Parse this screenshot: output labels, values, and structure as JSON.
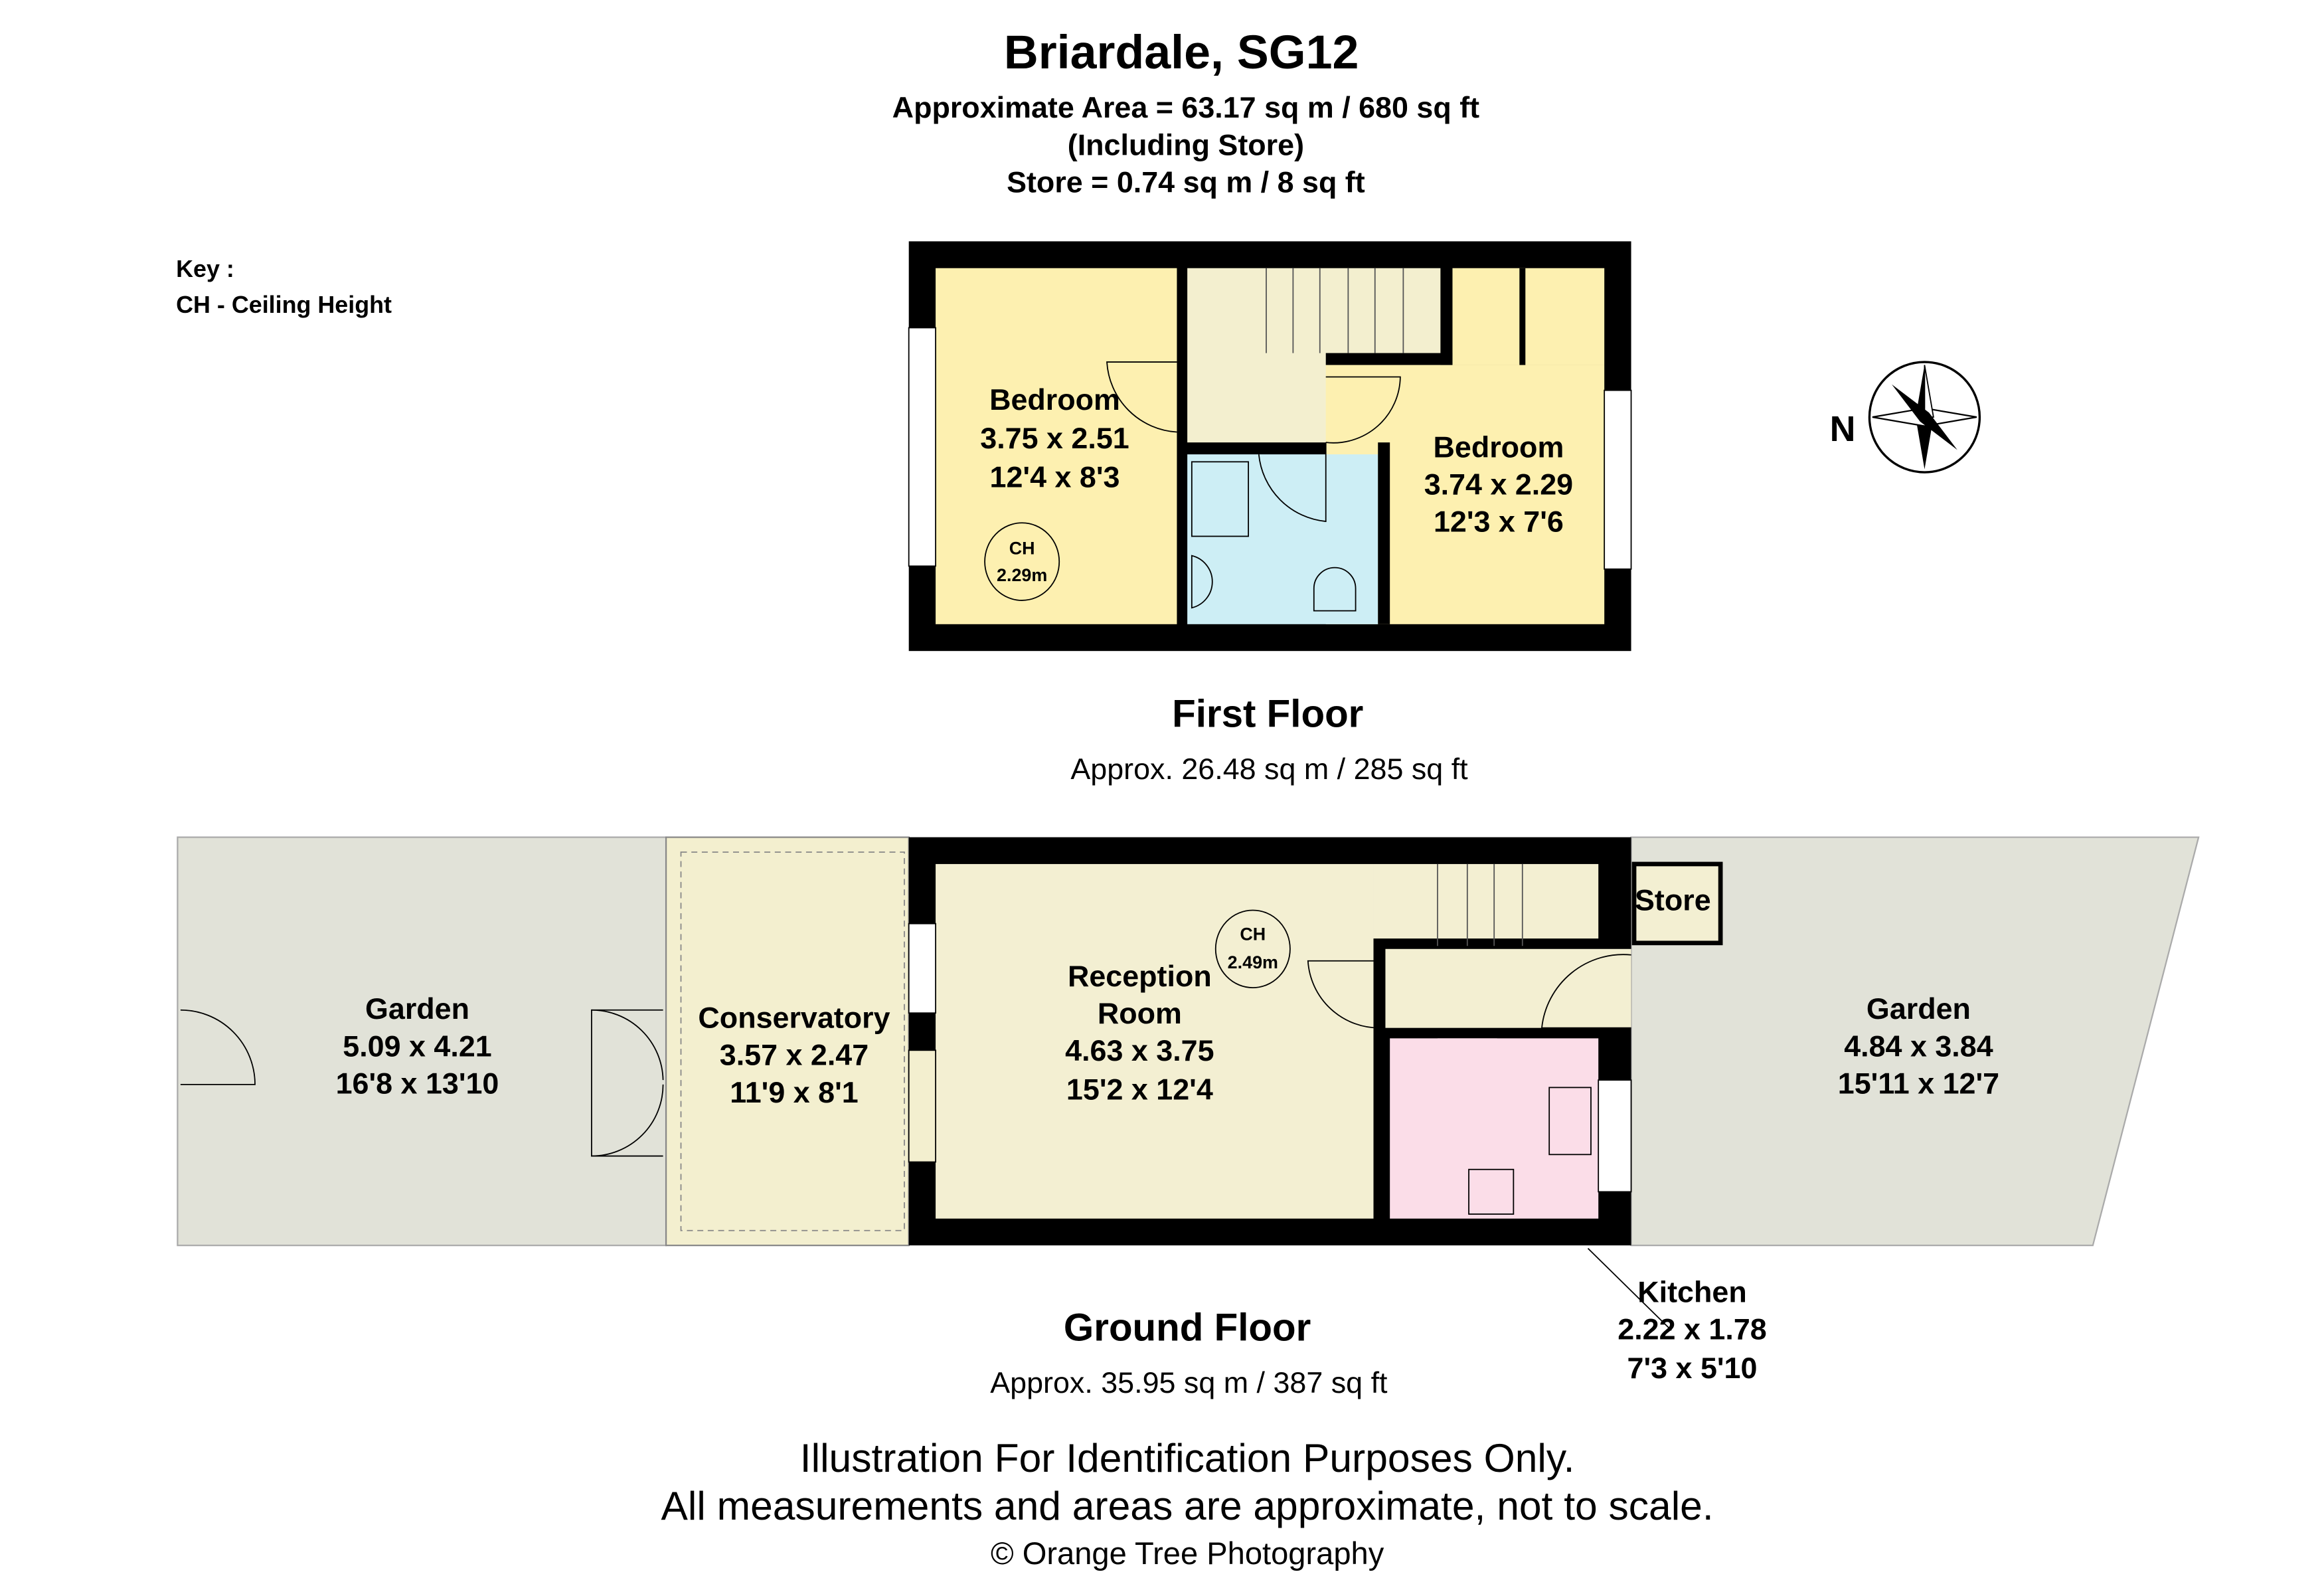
{
  "header": {
    "title": "Briardale, SG12",
    "area_line": "Approximate Area =  63.17 sq m / 680 sq ft",
    "including": "(Including Store)",
    "store_line": "Store =  0.74 sq m / 8 sq ft"
  },
  "key": {
    "title": "Key :",
    "item": "CH - Ceiling Height"
  },
  "compass": {
    "label": "N"
  },
  "first_floor": {
    "title": "First Floor",
    "area": "Approx. 26.48 sq m / 285 sq ft",
    "bedroom1": {
      "name": "Bedroom",
      "metric": "3.75 x 2.51",
      "imperial": "12'4 x 8'3"
    },
    "bedroom2": {
      "name": "Bedroom",
      "metric": "3.74 x 2.29",
      "imperial": "12'3 x 7'6"
    },
    "ch": {
      "label": "CH",
      "value": "2.29m"
    }
  },
  "ground_floor": {
    "title": "Ground Floor",
    "area": "Approx. 35.95 sq m / 387 sq ft",
    "garden_left": {
      "name": "Garden",
      "metric": "5.09 x 4.21",
      "imperial": "16'8 x 13'10"
    },
    "conservatory": {
      "name": "Conservatory",
      "metric": "3.57 x 2.47",
      "imperial": "11'9 x 8'1"
    },
    "reception": {
      "name1": "Reception",
      "name2": "Room",
      "metric": "4.63 x 3.75",
      "imperial": "15'2 x 12'4"
    },
    "ch": {
      "label": "CH",
      "value": "2.49m"
    },
    "store": {
      "name": "Store"
    },
    "garden_right": {
      "name": "Garden",
      "metric": "4.84 x 3.84",
      "imperial": "15'11 x 12'7"
    },
    "kitchen": {
      "name": "Kitchen",
      "metric": "2.22 x 1.78",
      "imperial": "7'3 x 5'10"
    }
  },
  "footer": {
    "line1": "Illustration For Identification Purposes Only.",
    "line2": "All measurements and areas are approximate, not to scale.",
    "copyright": "© Orange Tree Photography"
  },
  "colors": {
    "bedroom": "#fdf0b0",
    "landing": "#f3efcf",
    "bathroom": "#cdeef5",
    "reception": "#f3efd2",
    "kitchen": "#fbdde8",
    "garden": "#e1e2d8",
    "wall": "#000000"
  }
}
